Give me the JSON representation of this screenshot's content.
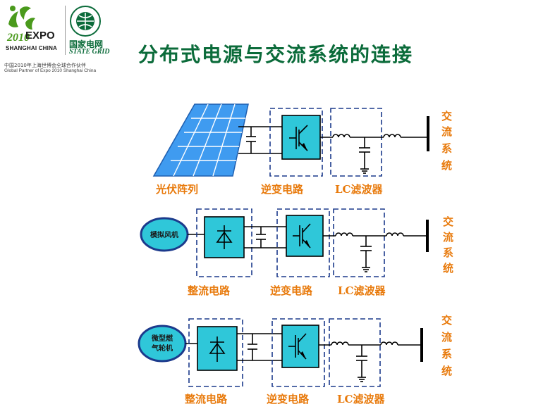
{
  "header": {
    "expo_word": "EXPO",
    "expo_city": "SHANGHAI CHINA",
    "grid_name_cn": "国家电网",
    "grid_name_en": "STATE GRID",
    "partner_cn": "中国2010年上海世博会全球合作伙伴",
    "partner_en": "Global Partner of Expo 2010 Shanghai China"
  },
  "title": "分布式电源与交流系统的连接",
  "rows": [
    {
      "source": "光伏阵列",
      "rectifier": "",
      "inverter": "逆变电路",
      "filter": "LC滤波器",
      "ac_system": [
        "交",
        "流",
        "系",
        "统"
      ]
    },
    {
      "source": "模拟风机",
      "rectifier": "整流电路",
      "inverter": "逆变电路",
      "filter": "LC滤波器",
      "ac_system": [
        "交",
        "流",
        "系",
        "统"
      ]
    },
    {
      "source_line1": "微型燃",
      "source_line2": "气轮机",
      "rectifier": "整流电路",
      "inverter": "逆变电路",
      "filter": "LC滤波器",
      "ac_system": [
        "交",
        "流",
        "系",
        "统"
      ]
    }
  ],
  "colors": {
    "title": "#0b6b3a",
    "label": "#e87a0c",
    "block_fill": "#2fc7d9",
    "panel_fill": "#3f9bf0",
    "dashed_border": "#1c3a8c"
  }
}
